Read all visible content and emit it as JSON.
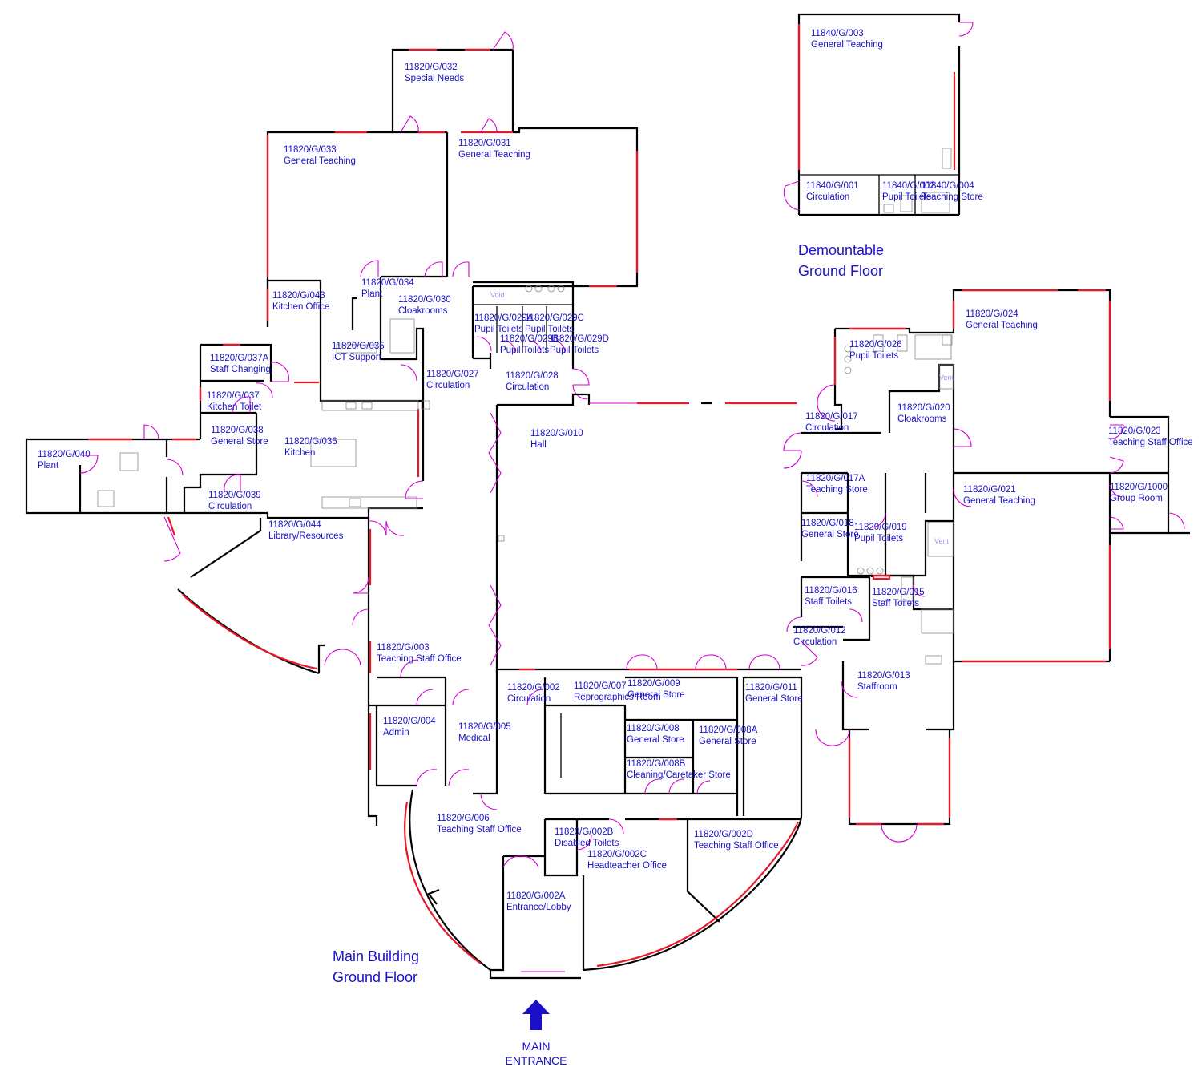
{
  "colors": {
    "wall": "#000000",
    "window": "#e8182a",
    "door": "#d400d4",
    "label": "#1a10c8",
    "arrow": "#1a10c8"
  },
  "rooms": [
    {
      "code": "11840/G/003",
      "name": "General Teaching"
    },
    {
      "code": "11840/G/001",
      "name": "Circulation"
    },
    {
      "code": "11840/G/002",
      "name": "Pupil Toilets"
    },
    {
      "code": "11840/G/004",
      "name": "Teaching Store"
    },
    {
      "code": "11820/G/032",
      "name": "Special Needs"
    },
    {
      "code": "11820/G/033",
      "name": "General Teaching"
    },
    {
      "code": "11820/G/031",
      "name": "General Teaching"
    },
    {
      "code": "11820/G/034",
      "name": "Plant"
    },
    {
      "code": "11820/G/030",
      "name": "Cloakrooms"
    },
    {
      "code": "11820/G/043",
      "name": "Kitchen Office"
    },
    {
      "code": "11820/G/029A",
      "name": "Pupil Toilets"
    },
    {
      "code": "11820/G/029C",
      "name": "Pupil Toilets"
    },
    {
      "code": "11820/G/029B",
      "name": "Pupil Toilets"
    },
    {
      "code": "11820/G/029D",
      "name": "Pupil Toilets"
    },
    {
      "code": "11820/G/035",
      "name": "ICT Support"
    },
    {
      "code": "11820/G/037A",
      "name": "Staff Changing"
    },
    {
      "code": "11820/G/027",
      "name": "Circulation"
    },
    {
      "code": "11820/G/028",
      "name": "Circulation"
    },
    {
      "code": "11820/G/037",
      "name": "Kitchen Toilet"
    },
    {
      "code": "11820/G/038",
      "name": "General Store"
    },
    {
      "code": "11820/G/036",
      "name": "Kitchen"
    },
    {
      "code": "11820/G/040",
      "name": "Plant"
    },
    {
      "code": "11820/G/039",
      "name": "Circulation"
    },
    {
      "code": "11820/G/010",
      "name": "Hall"
    },
    {
      "code": "11820/G/044",
      "name": "Library/Resources"
    },
    {
      "code": "11820/G/024",
      "name": "General Teaching"
    },
    {
      "code": "11820/G/026",
      "name": "Pupil Toilets"
    },
    {
      "code": "11820/G/020",
      "name": "Cloakrooms"
    },
    {
      "code": "11820/G/017",
      "name": "Circulation"
    },
    {
      "code": "11820/G/023",
      "name": "Teaching Staff Office"
    },
    {
      "code": "11820/G/017A",
      "name": "Teaching Store"
    },
    {
      "code": "11820/G/021",
      "name": "General Teaching"
    },
    {
      "code": "11820/G/1000",
      "name": "Group Room"
    },
    {
      "code": "11820/G/018",
      "name": "General Store"
    },
    {
      "code": "11820/G/019",
      "name": "Pupil Toilets"
    },
    {
      "code": "11820/G/016",
      "name": "Staff Toilets"
    },
    {
      "code": "11820/G/015",
      "name": "Staff Toilets"
    },
    {
      "code": "11820/G/012",
      "name": "Circulation"
    },
    {
      "code": "11820/G/003",
      "name": "Teaching Staff Office"
    },
    {
      "code": "11820/G/013",
      "name": "Staffroom"
    },
    {
      "code": "11820/G/002",
      "name": "Circulation"
    },
    {
      "code": "11820/G/007",
      "name": "Reprographics Room"
    },
    {
      "code": "11820/G/009",
      "name": "General Store"
    },
    {
      "code": "11820/G/011",
      "name": "General Store"
    },
    {
      "code": "11820/G/004",
      "name": "Admin"
    },
    {
      "code": "11820/G/005",
      "name": "Medical"
    },
    {
      "code": "11820/G/008",
      "name": "General Store"
    },
    {
      "code": "11820/G/008A",
      "name": "General Store"
    },
    {
      "code": "11820/G/008B",
      "name": "Cleaning/Caretaker Store"
    },
    {
      "code": "11820/G/006",
      "name": "Teaching Staff Office"
    },
    {
      "code": "11820/G/002B",
      "name": "Disabled Toilets"
    },
    {
      "code": "11820/G/002C",
      "name": "Headteacher Office"
    },
    {
      "code": "11820/G/002D",
      "name": "Teaching Staff Office"
    },
    {
      "code": "11820/G/002A",
      "name": "Entrance/Lobby"
    }
  ],
  "fixture_labels": {
    "void": "Void",
    "vent_a": "Vent",
    "vent_b": "Vent"
  },
  "blocks": {
    "demountable": {
      "line1": "Demountable",
      "line2": "Ground Floor"
    },
    "main": {
      "line1": "Main Building",
      "line2": "Ground Floor"
    }
  },
  "entrance": {
    "line1": "MAIN",
    "line2": "ENTRANCE",
    "arrow_icon": "up-arrow-icon"
  }
}
